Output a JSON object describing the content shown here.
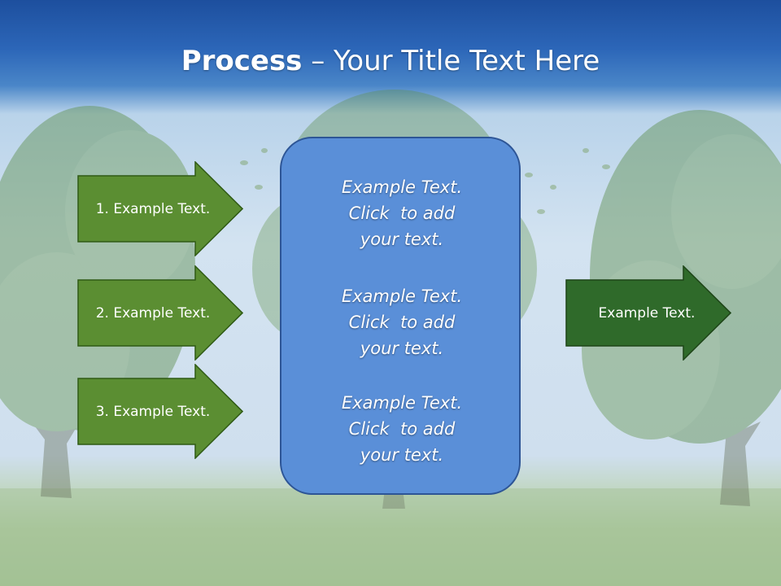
{
  "slide": {
    "title_bold": "Process",
    "title_rest": " – Your Title Text Here",
    "input_arrows": [
      {
        "label": "1. Example Text."
      },
      {
        "label": "2. Example Text."
      },
      {
        "label": "3. Example Text."
      }
    ],
    "center_box": {
      "paragraphs": [
        {
          "line1": "Example Text.",
          "line2": "Click  to add",
          "line3": "your text."
        },
        {
          "line1": "Example Text.",
          "line2": "Click  to add",
          "line3": "your text."
        },
        {
          "line1": "Example Text.",
          "line2": "Click  to add",
          "line3": "your text."
        }
      ]
    },
    "output_arrow": {
      "label": "Example Text."
    }
  },
  "colors": {
    "input_arrow_fill": "#5b8e32",
    "input_arrow_border": "#2f5a14",
    "output_arrow_fill": "#2f6a2a",
    "output_arrow_border": "#1e4518",
    "box_fill": "#5a8fd8",
    "box_border": "#2d5596"
  }
}
